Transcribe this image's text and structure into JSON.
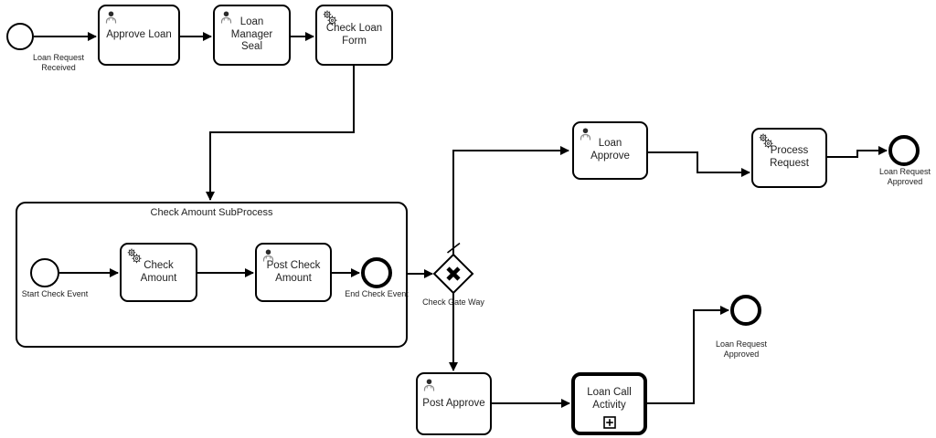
{
  "colors": {
    "stroke": "#000000",
    "fill": "#ffffff",
    "icon_dark": "#2b2b2b",
    "icon_gray": "#8a8a8a"
  },
  "process": {
    "start_event": {
      "label": "Loan Request Received"
    },
    "approve_loan": {
      "label": "Approve Loan",
      "icon": "user-icon"
    },
    "loan_manager_seal": {
      "label": "Loan Manager Seal",
      "icon": "user-icon"
    },
    "check_loan_form": {
      "label": "Check Loan Form",
      "icon": "service-gears-icon"
    },
    "subprocess": {
      "title": "Check Amount SubProcess"
    },
    "start_check_event": {
      "label": "Start Check Event"
    },
    "check_amount": {
      "label": "Check Amount",
      "icon": "service-gears-icon"
    },
    "post_check_amount": {
      "label": "Post Check Amount",
      "icon": "user-icon"
    },
    "end_check_event": {
      "label": "End Check Event"
    },
    "check_gateway": {
      "label": "Check Gate Way",
      "type": "exclusive",
      "marker": "x-mark"
    },
    "loan_approve": {
      "label": "Loan Approve",
      "icon": "user-icon"
    },
    "process_request": {
      "label": "Process Request",
      "icon": "service-gears-icon"
    },
    "end_event_top": {
      "label": "Loan Request Approved"
    },
    "post_approve": {
      "label": "Post Approve",
      "icon": "user-icon"
    },
    "loan_call_activity": {
      "label": "Loan Call Activity",
      "marker": "plus-expand-icon"
    },
    "end_event_bottom": {
      "label": "Loan Request Approved"
    }
  }
}
